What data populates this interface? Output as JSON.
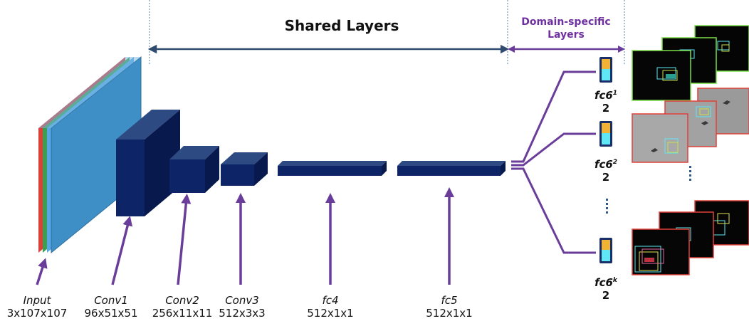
{
  "header": {
    "shared_title": "Shared Layers",
    "domain_title_line1": "Domain-specific",
    "domain_title_line2": "Layers"
  },
  "layers": [
    {
      "name": "Input",
      "dims": "3x107x107"
    },
    {
      "name": "Conv1",
      "dims": "96x51x51"
    },
    {
      "name": "Conv2",
      "dims": "256x11x11"
    },
    {
      "name": "Conv3",
      "dims": "512x3x3"
    },
    {
      "name": "fc4",
      "dims": "512x1x1"
    },
    {
      "name": "fc5",
      "dims": "512x1x1"
    }
  ],
  "branches": [
    {
      "name": "fc6",
      "sup": "1",
      "dims": "2"
    },
    {
      "name": "fc6",
      "sup": "2",
      "dims": "2"
    },
    {
      "name": "fc6",
      "sup": "k",
      "dims": "2"
    }
  ],
  "colors": {
    "arrow_purple": "#6a3d9a",
    "shared_arrow": "#2e4a6e",
    "block_front": "#0d2466",
    "block_top": "#2e4a82",
    "block_side": "#081a4d",
    "input_face": "#3f8fc7",
    "output_orange": "#f2b234",
    "output_cyan": "#5ee8f5",
    "domain_title": "#7030a0"
  }
}
